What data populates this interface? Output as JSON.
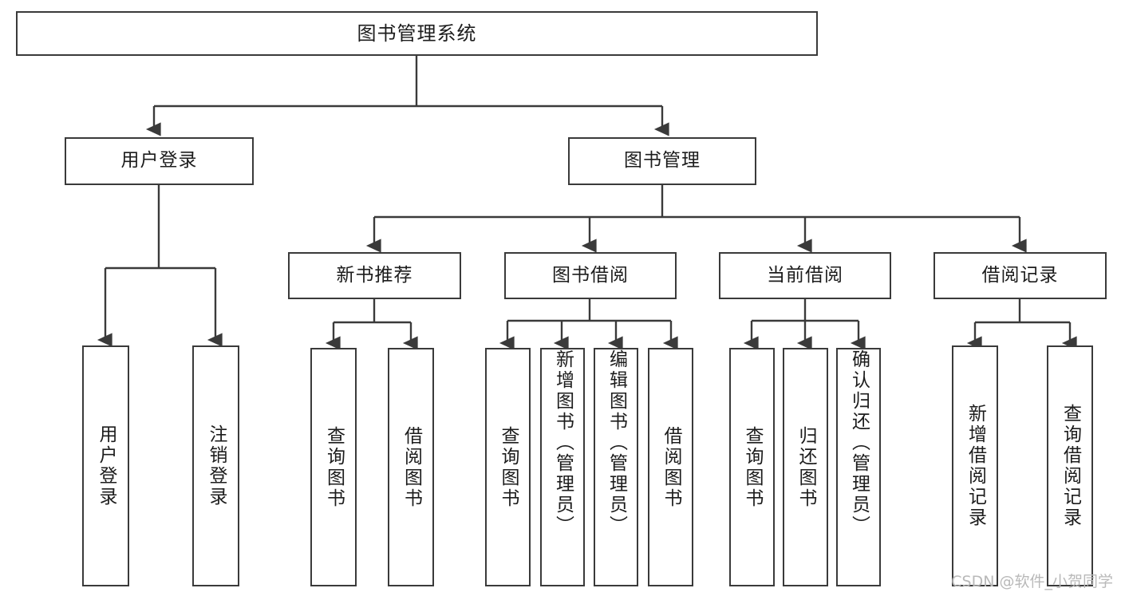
{
  "diagram": {
    "title": "图书管理系统",
    "type": "tree-hierarchy-diagram",
    "colors": {
      "box_border": "#3a3a3a",
      "box_fill": "#ffffff",
      "edge": "#3a3a3a",
      "text": "#1c1c1c",
      "watermark": "#b9b9b9",
      "background": "#ffffff"
    }
  },
  "watermark": {
    "text": "CSDN @软件_小贺同学"
  },
  "nodes": {
    "root": {
      "label": "图书管理系统"
    },
    "level2": [
      {
        "label": "用户登录"
      },
      {
        "label": "图书管理"
      }
    ],
    "level3": [
      {
        "label": "新书推荐"
      },
      {
        "label": "图书借阅"
      },
      {
        "label": "当前借阅"
      },
      {
        "label": "借阅记录"
      }
    ],
    "leaves": {
      "user_login": [
        {
          "label": "用户登录"
        },
        {
          "label": "注销登录"
        }
      ],
      "new_book_recommend": [
        {
          "label": "查询图书"
        },
        {
          "label": "借阅图书"
        }
      ],
      "book_borrow": [
        {
          "label": "查询图书"
        },
        {
          "label": "新增图书（管理员）"
        },
        {
          "label": "编辑图书（管理员）"
        },
        {
          "label": "借阅图书"
        }
      ],
      "current_borrow": [
        {
          "label": "查询图书"
        },
        {
          "label": "归还图书"
        },
        {
          "label": "确认归还（管理员）"
        }
      ],
      "borrow_record": [
        {
          "label": "新增借阅记录"
        },
        {
          "label": "查询借阅记录"
        }
      ]
    }
  }
}
